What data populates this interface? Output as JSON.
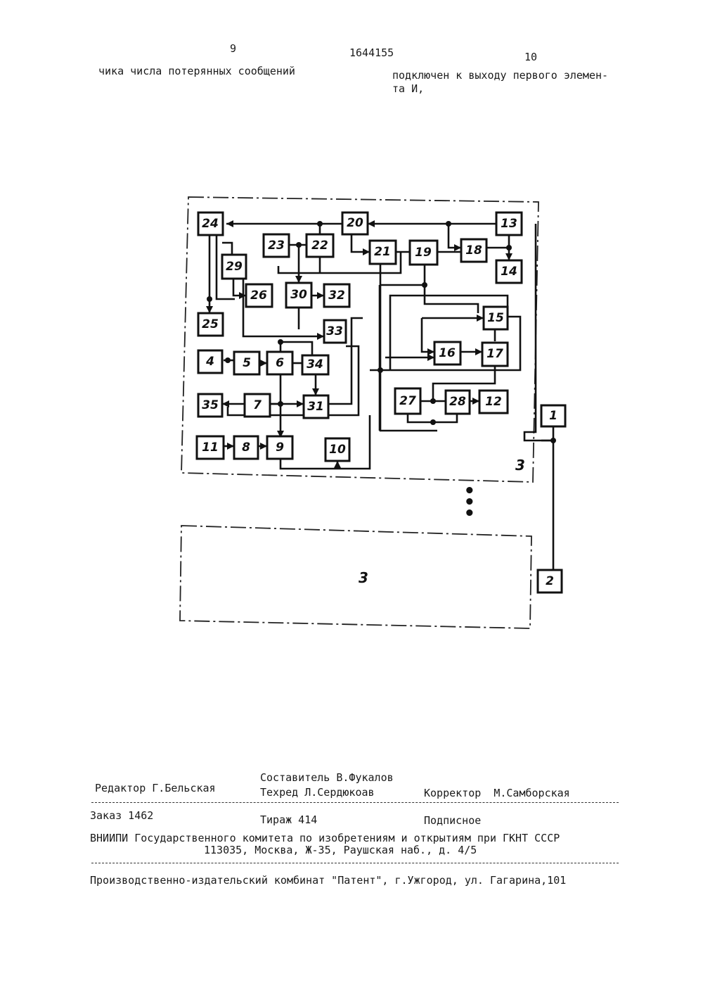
{
  "header": {
    "page_left": "9",
    "doc_number": "1644155",
    "page_right": "10",
    "left_col_text": "чика числа потерянных сообщений",
    "right_col_line1": "подключен к выходу первого элемен-",
    "right_col_line2": "та И,"
  },
  "diagram": {
    "blocks": [
      "1",
      "2",
      "4",
      "5",
      "6",
      "7",
      "8",
      "9",
      "10",
      "11",
      "12",
      "13",
      "14",
      "15",
      "16",
      "17",
      "18",
      "19",
      "20",
      "21",
      "22",
      "23",
      "24",
      "25",
      "26",
      "27",
      "28",
      "29",
      "30",
      "31",
      "32",
      "33",
      "34",
      "35"
    ],
    "frame_top_label": "3",
    "frame_bottom_label": "3",
    "ellipsis": "•\n•\n•"
  },
  "footer": {
    "compiler_line": "Составитель В.Фукалов",
    "editor": "Редактор Г.Бельская",
    "techred": "Техред Л.Сердюкоав",
    "corrector": "Корректор  М.Самборская",
    "order": "Заказ 1462",
    "circulation": "Тираж 414",
    "subscription": "Подписное",
    "org_line1": "ВНИИПИ Государственного комитета по изобретениям и открытиям при ГКНТ СССР",
    "org_line2": "113035, Москва, Ж-35, Раушская наб., д. 4/5",
    "publisher": "Производственно-издательский комбинат \"Патент\", г.Ужгород, ул. Гагарина,101"
  }
}
